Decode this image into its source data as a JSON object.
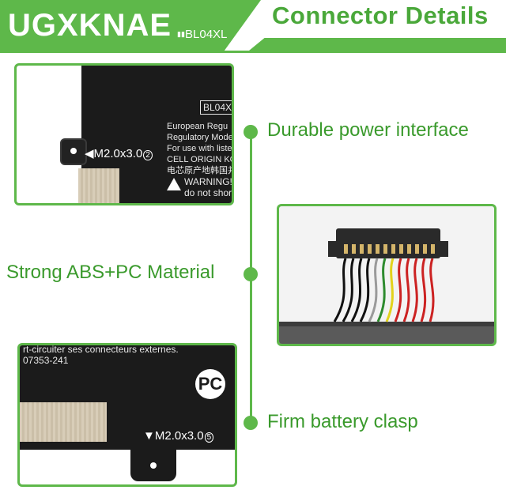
{
  "header": {
    "brand": "UGXKNAE",
    "model": "BL04XL",
    "title": "Connector Details"
  },
  "features": [
    {
      "label": "Durable power interface"
    },
    {
      "label": "Strong ABS+PC Material"
    },
    {
      "label": "Firm battery clasp"
    }
  ],
  "panel_top": {
    "label_code": "BL04X",
    "lines": [
      "European Regu",
      "Regulatory Mode",
      "For use with liste",
      "CELL ORIGIN KOR",
      "电芯原产地韩国并"
    ],
    "warning_line1": "WARNING!",
    "warning_line2": "do not shor",
    "screw_label": "M2.0x3.0",
    "screw_num": "2"
  },
  "panel_bottom": {
    "text_line": "rt-circuiter ses connecteurs externes.",
    "code": "07353-241",
    "pc_mark": "PC",
    "screw_label": "M2.0x3.0",
    "screw_num": "5"
  },
  "colors": {
    "accent": "#5eb84a",
    "text_green": "#3a9a2c",
    "wires": [
      "#111111",
      "#111111",
      "#111111",
      "#111111",
      "#9a9a9a",
      "#2e8b2e",
      "#e2d21c",
      "#cc2222",
      "#cc2222",
      "#cc2222",
      "#cc2222",
      "#cc2222"
    ]
  }
}
